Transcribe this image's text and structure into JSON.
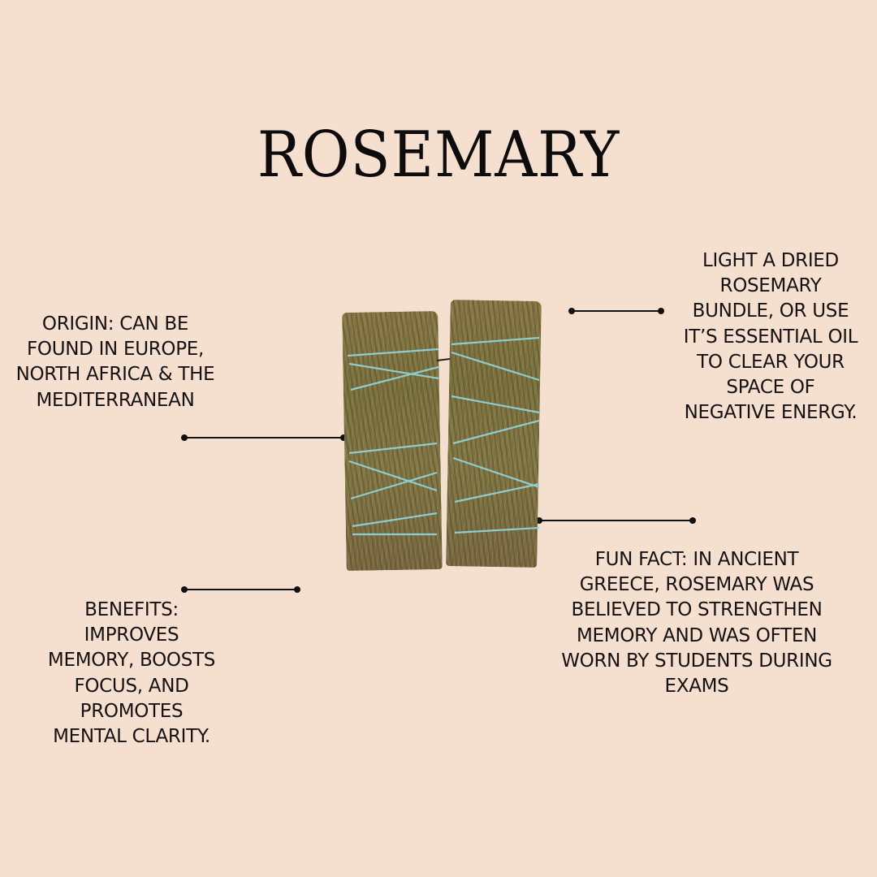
{
  "title": "ROSEMARY",
  "image": {
    "subject": "two dried rosemary bundles tied with light blue twine",
    "twine_color": "#8fd3d6"
  },
  "callouts": {
    "origin": {
      "lines": [
        "ORIGIN: CAN BE",
        "FOUND IN EUROPE,",
        "NORTH AFRICA & THE",
        "MEDITERRANEAN"
      ]
    },
    "usage": {
      "lines": [
        "LIGHT A DRIED",
        "ROSEMARY",
        "BUNDLE, OR USE",
        "IT’S ESSENTIAL OIL",
        "TO CLEAR YOUR",
        "SPACE OF",
        "NEGATIVE ENERGY."
      ]
    },
    "benefits": {
      "lines": [
        "BENEFITS:",
        "IMPROVES",
        "MEMORY, BOOSTS",
        "FOCUS, AND",
        "PROMOTES",
        "MENTAL CLARITY."
      ]
    },
    "fun_fact": {
      "lines": [
        "FUN FACT: IN ANCIENT",
        "GREECE, ROSEMARY WAS",
        "BELIEVED TO STRENGTHEN",
        "MEMORY AND WAS OFTEN",
        "WORN BY STUDENTS DURING",
        "EXAMS"
      ]
    }
  },
  "colors": {
    "background": "#f5e0cf",
    "text": "#151112",
    "line": "#111111"
  }
}
